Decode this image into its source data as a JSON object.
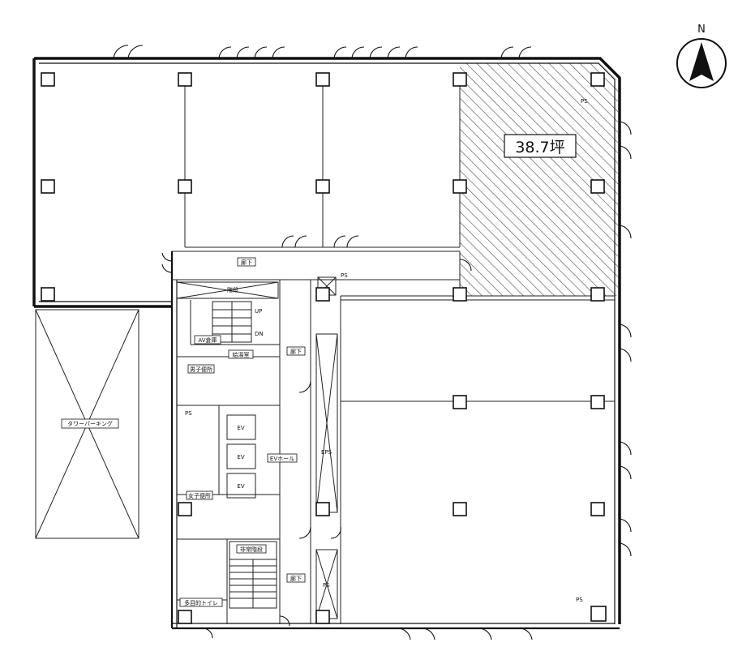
{
  "compass": {
    "label": "N"
  },
  "highlight": {
    "label": "38.7坪",
    "hatch_color": "#555555"
  },
  "labels": {
    "corridor_top": "廊下",
    "corridor_mid": "廊下",
    "corridor_low": "廊下",
    "ps_1": "PS",
    "ps_2": "PS",
    "ps_3": "PS",
    "ps_4": "PS",
    "eps": "EPS",
    "ps_shaft": "PS",
    "stairs_label": "階段",
    "up": "UP",
    "dn": "DN",
    "storage": "AV倉庫",
    "kitchenette": "給湯室",
    "mens_wc": "男子便所",
    "womens_wc": "女子便所",
    "ev1": "EV",
    "ev2": "EV",
    "ev3": "EV",
    "ev_hall": "EVホール",
    "parking": "タワーパーキング",
    "emergency_stair": "非常階段",
    "disabled_wc": "多目的トイレ"
  }
}
